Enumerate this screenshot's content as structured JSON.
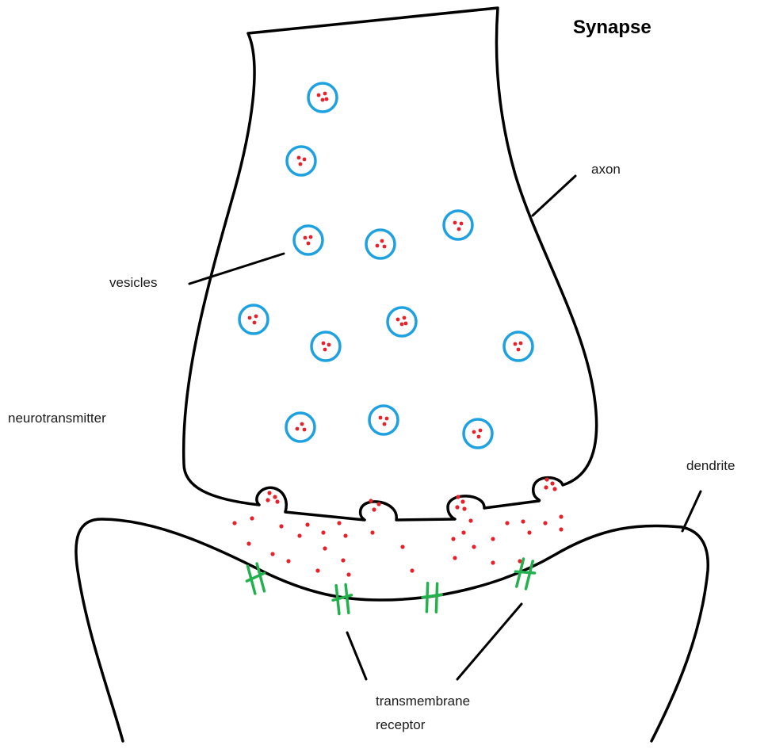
{
  "title": "Synapse",
  "labels": {
    "axon": "axon",
    "vesicles": "vesicles",
    "neurotransmitter": "neurotransmitter",
    "dendrite": "dendrite",
    "receptor_line1": "transmembrane",
    "receptor_line2": "receptor"
  },
  "colors": {
    "outline": "#000000",
    "vesicle": "#1ea1e0",
    "neurotransmitter": "#e8202a",
    "receptor": "#22b14c"
  }
}
